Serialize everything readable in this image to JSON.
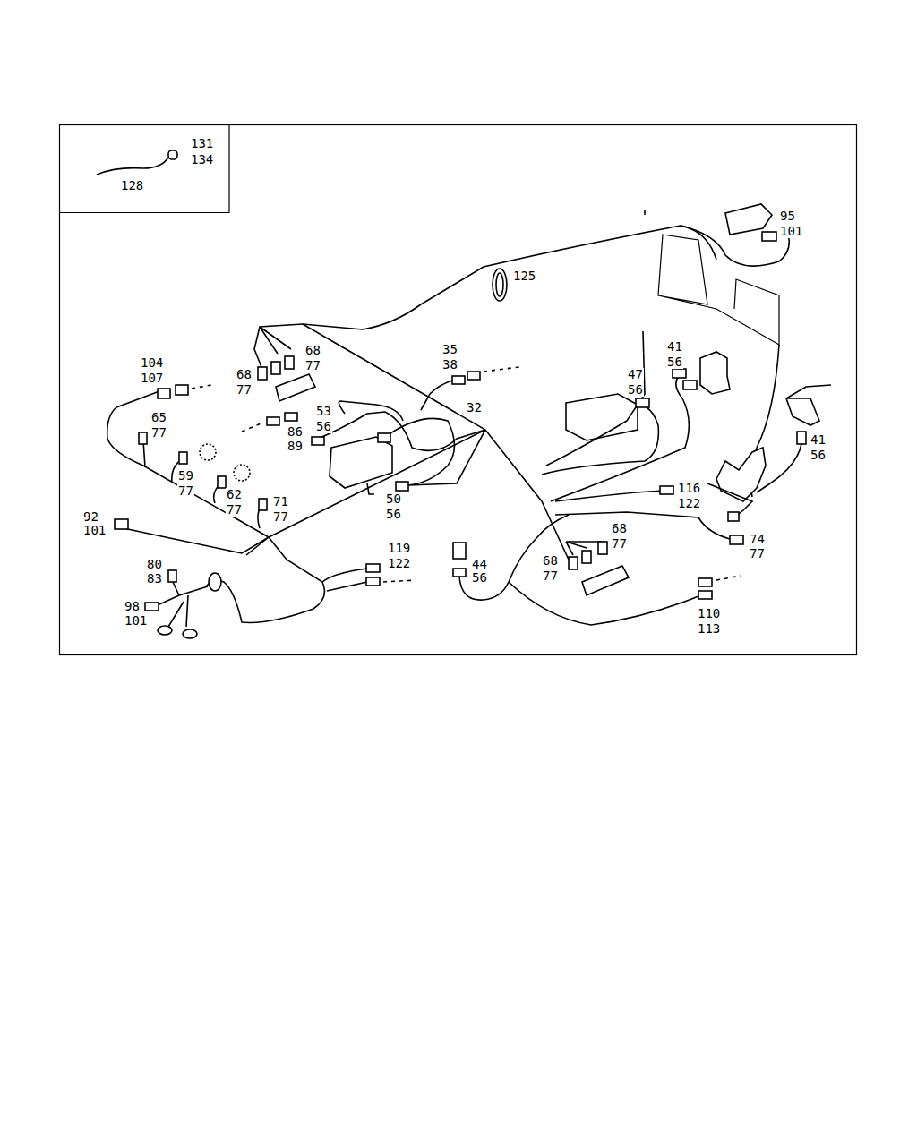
{
  "diagram": {
    "labels": [
      "131",
      "134",
      "128",
      "95",
      "101",
      "125",
      "68",
      "77",
      "104",
      "107",
      "35",
      "38",
      "68",
      "77",
      "41",
      "56",
      "47",
      "56",
      "32",
      "53",
      "56",
      "65",
      "77",
      "86",
      "89",
      "41",
      "56",
      "59",
      "77",
      "62",
      "77",
      "71",
      "77",
      "50",
      "56",
      "116",
      "122",
      "92",
      "101",
      "68",
      "77",
      "74",
      "77",
      "119",
      "122",
      "68",
      "77",
      "44",
      "56",
      "80",
      "83",
      "98",
      "101",
      "110",
      "113"
    ]
  }
}
